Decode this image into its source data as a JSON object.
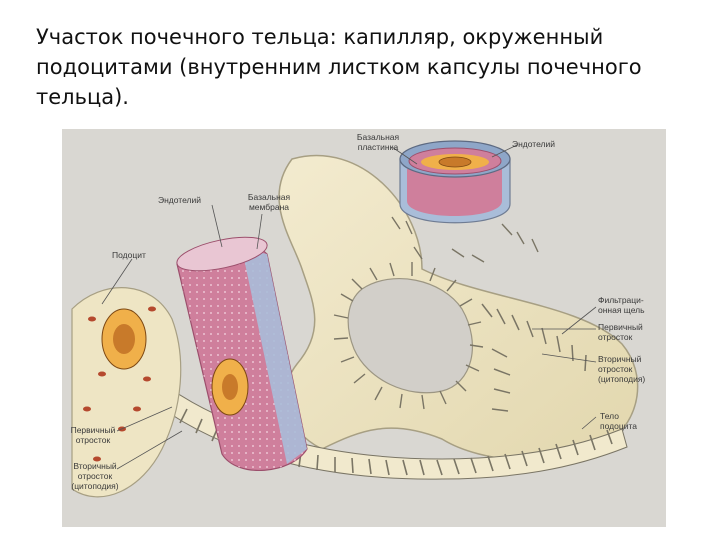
{
  "slide": {
    "title": "Участок почечного тельца: капилляр, окруженный подоцитами (внутренним листком капсулы почечного тельца)."
  },
  "figure": {
    "labels": {
      "basal_lamina_top": [
        "Базальная",
        "пластинка"
      ],
      "endothelium_top": "Эндотелий",
      "endothelium_left": "Эндотелий",
      "basal_membrane": [
        "Базальная",
        "мембрана"
      ],
      "podocyte": "Подоцит",
      "filtration_slit": [
        "Фильтраци-",
        "онная щель"
      ],
      "primary_process_right": [
        "Первичный",
        "отросток"
      ],
      "secondary_process_right": [
        "Вторичный",
        "отросток",
        "(цитоподия)"
      ],
      "podocyte_body": [
        "Тело",
        "подоцита"
      ],
      "primary_process_left": [
        "Первичный",
        "отросток"
      ],
      "secondary_process_left": [
        "Вторичный",
        "отросток",
        "(цитоподия)"
      ]
    },
    "colors": {
      "background": "#d9d7d2",
      "podocyte_cytoplasm": "#eee5c4",
      "nucleus": "#c87a2a",
      "endothelium": "#cf7f9c",
      "basal_membrane": "#a9bdd9",
      "process_outline": "#7a7565"
    }
  }
}
